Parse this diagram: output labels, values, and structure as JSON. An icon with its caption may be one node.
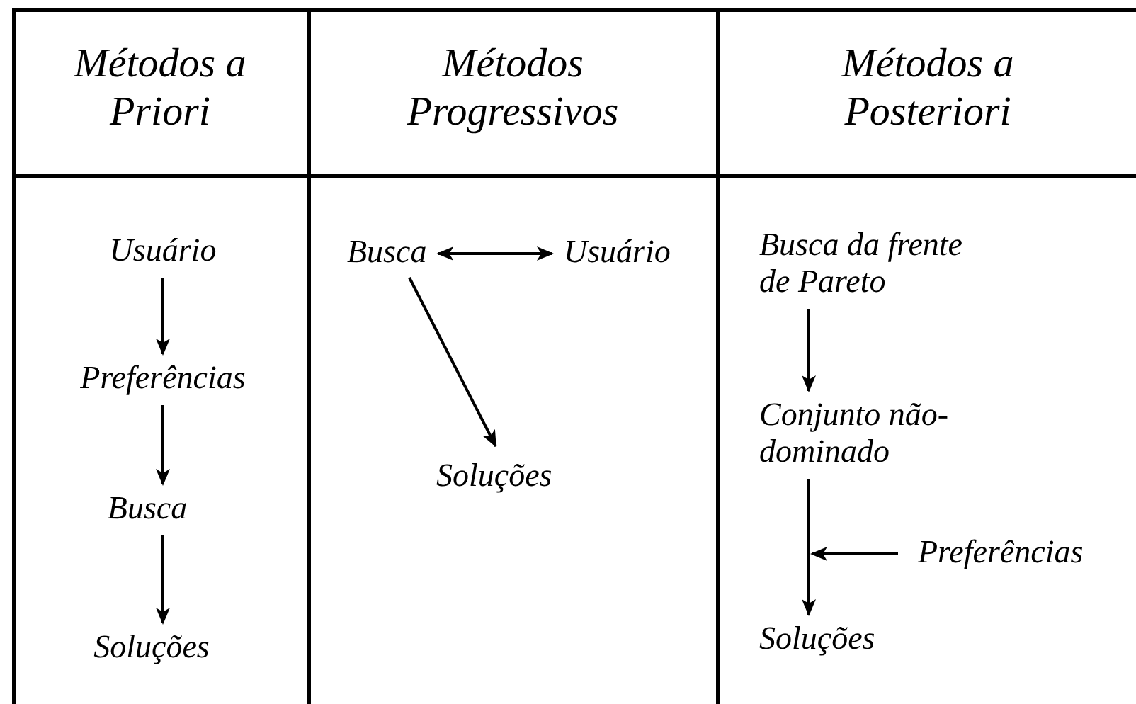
{
  "diagram": {
    "nodes": [
      {
        "text": [
          "Usuário"
        ]
      },
      {
        "text": [
          "Preferências"
        ]
      },
      {
        "text": [
          "Busca"
        ]
      },
      {
        "text": [
          "Soluções"
        ]
      },
      {
        "text": [
          "Busca"
        ]
      },
      {
        "text": [
          "Usuário"
        ]
      },
      {
        "text": [
          "Soluções"
        ]
      },
      {
        "text": [
          "Busca da frente de Pareto"
        ]
      },
      {
        "text": [
          "Conjunto não-dominado"
        ]
      },
      {
        "text": [
          "Preferências"
        ]
      },
      {
        "text": [
          "Soluções"
        ]
      }
    ],
    "edges": [
      {
        "from": 0,
        "to": 1,
        "arrow": "to"
      },
      {
        "from": 1,
        "to": 2,
        "arrow": "to"
      },
      {
        "from": 2,
        "to": 3,
        "arrow": "to"
      },
      {
        "from": 4,
        "to": 5,
        "arrow": "both"
      },
      {
        "from": 4,
        "to": 6,
        "arrow": "to"
      },
      {
        "from": 7,
        "to": 8,
        "arrow": "to"
      },
      {
        "from": 8,
        "to": 10,
        "arrow": "to"
      },
      {
        "from": 9,
        "to": null,
        "arrow": "to"
      }
    ],
    "labels": [
      "Métodos a Priori",
      "Métodos Progressivos",
      "Métodos a Posteriori"
    ]
  }
}
